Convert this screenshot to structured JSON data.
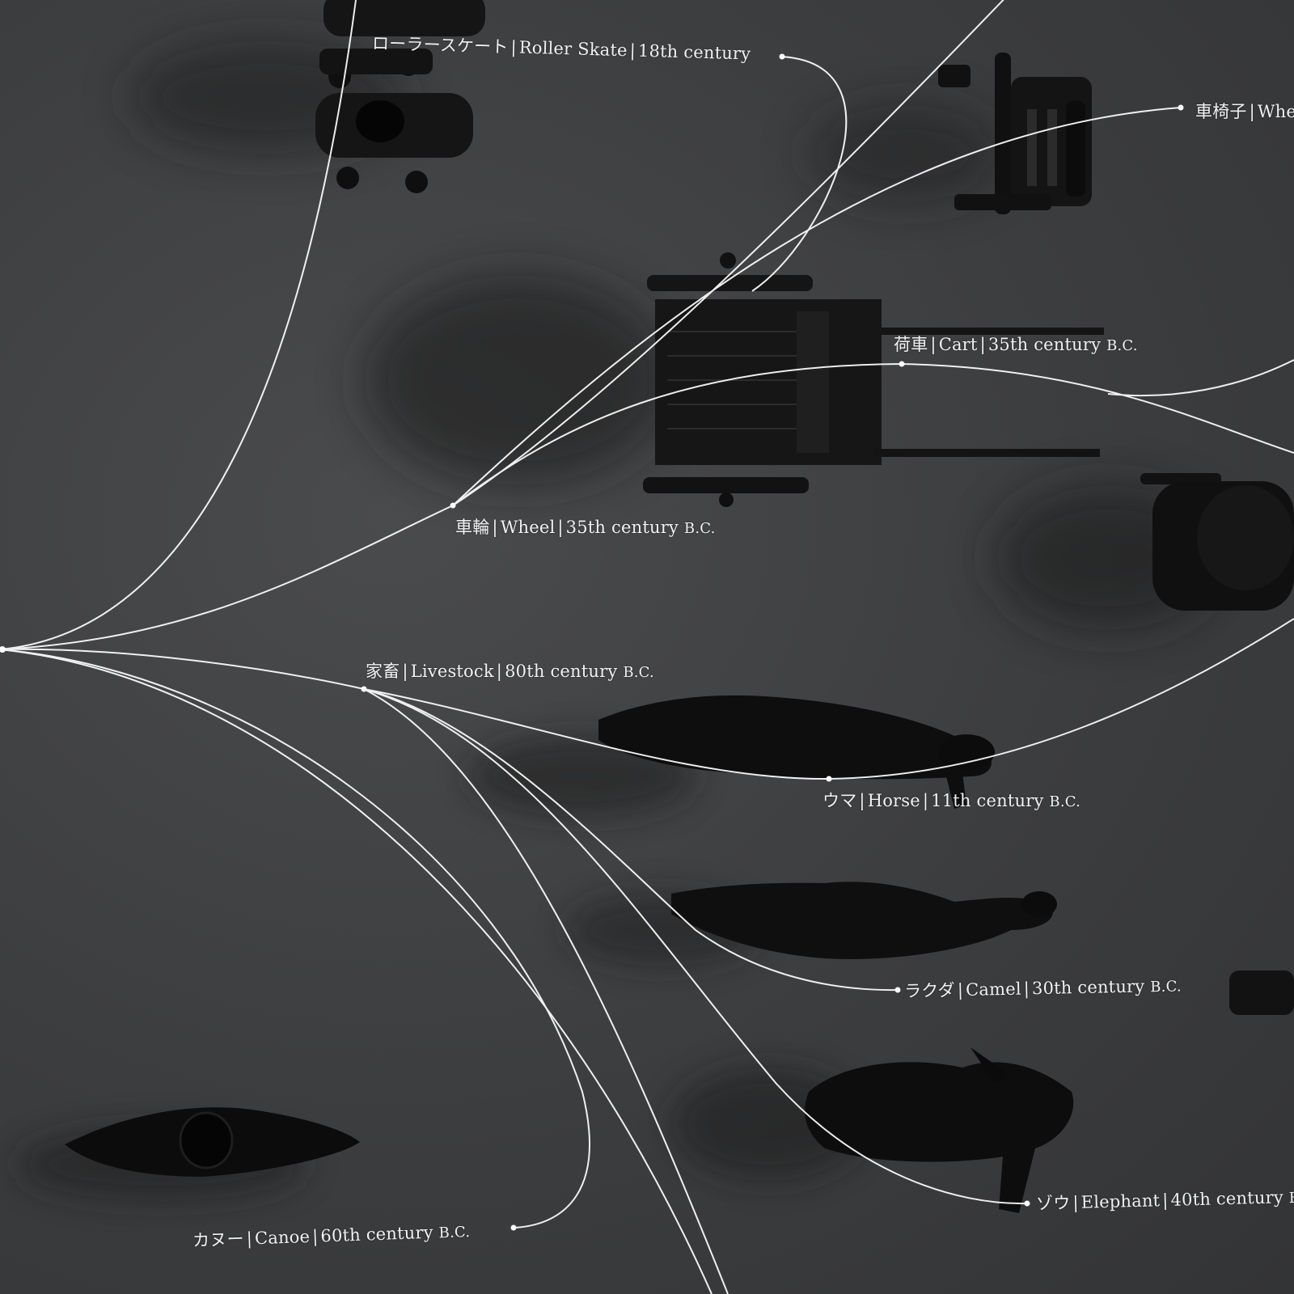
{
  "labels": {
    "roller_skate": {
      "ja": "ローラースケート",
      "en": "Roller Skate",
      "era": "18th century",
      "bc": ""
    },
    "wheelchair": {
      "ja": "車椅子",
      "en": "Whe",
      "era": "",
      "bc": ""
    },
    "cart": {
      "ja": "荷車",
      "en": "Cart",
      "era": "35th century",
      "bc": "B.C."
    },
    "wheel": {
      "ja": "車輪",
      "en": "Wheel",
      "era": "35th century",
      "bc": "B.C."
    },
    "livestock": {
      "ja": "家畜",
      "en": "Livestock",
      "era": "80th century",
      "bc": "B.C."
    },
    "horse": {
      "ja": "ウマ",
      "en": "Horse",
      "era": "11th century",
      "bc": "B.C."
    },
    "camel": {
      "ja": "ラクダ",
      "en": "Camel",
      "era": "30th century",
      "bc": "B.C."
    },
    "elephant": {
      "ja": "ゾウ",
      "en": "Elephant",
      "era": "40th century",
      "bc": "B"
    },
    "canoe": {
      "ja": "カヌー",
      "en": "Canoe",
      "era": "60th century",
      "bc": "B.C."
    }
  },
  "colors": {
    "background": "#3c3d3f",
    "line": "#ffffff",
    "object": "#111111"
  }
}
